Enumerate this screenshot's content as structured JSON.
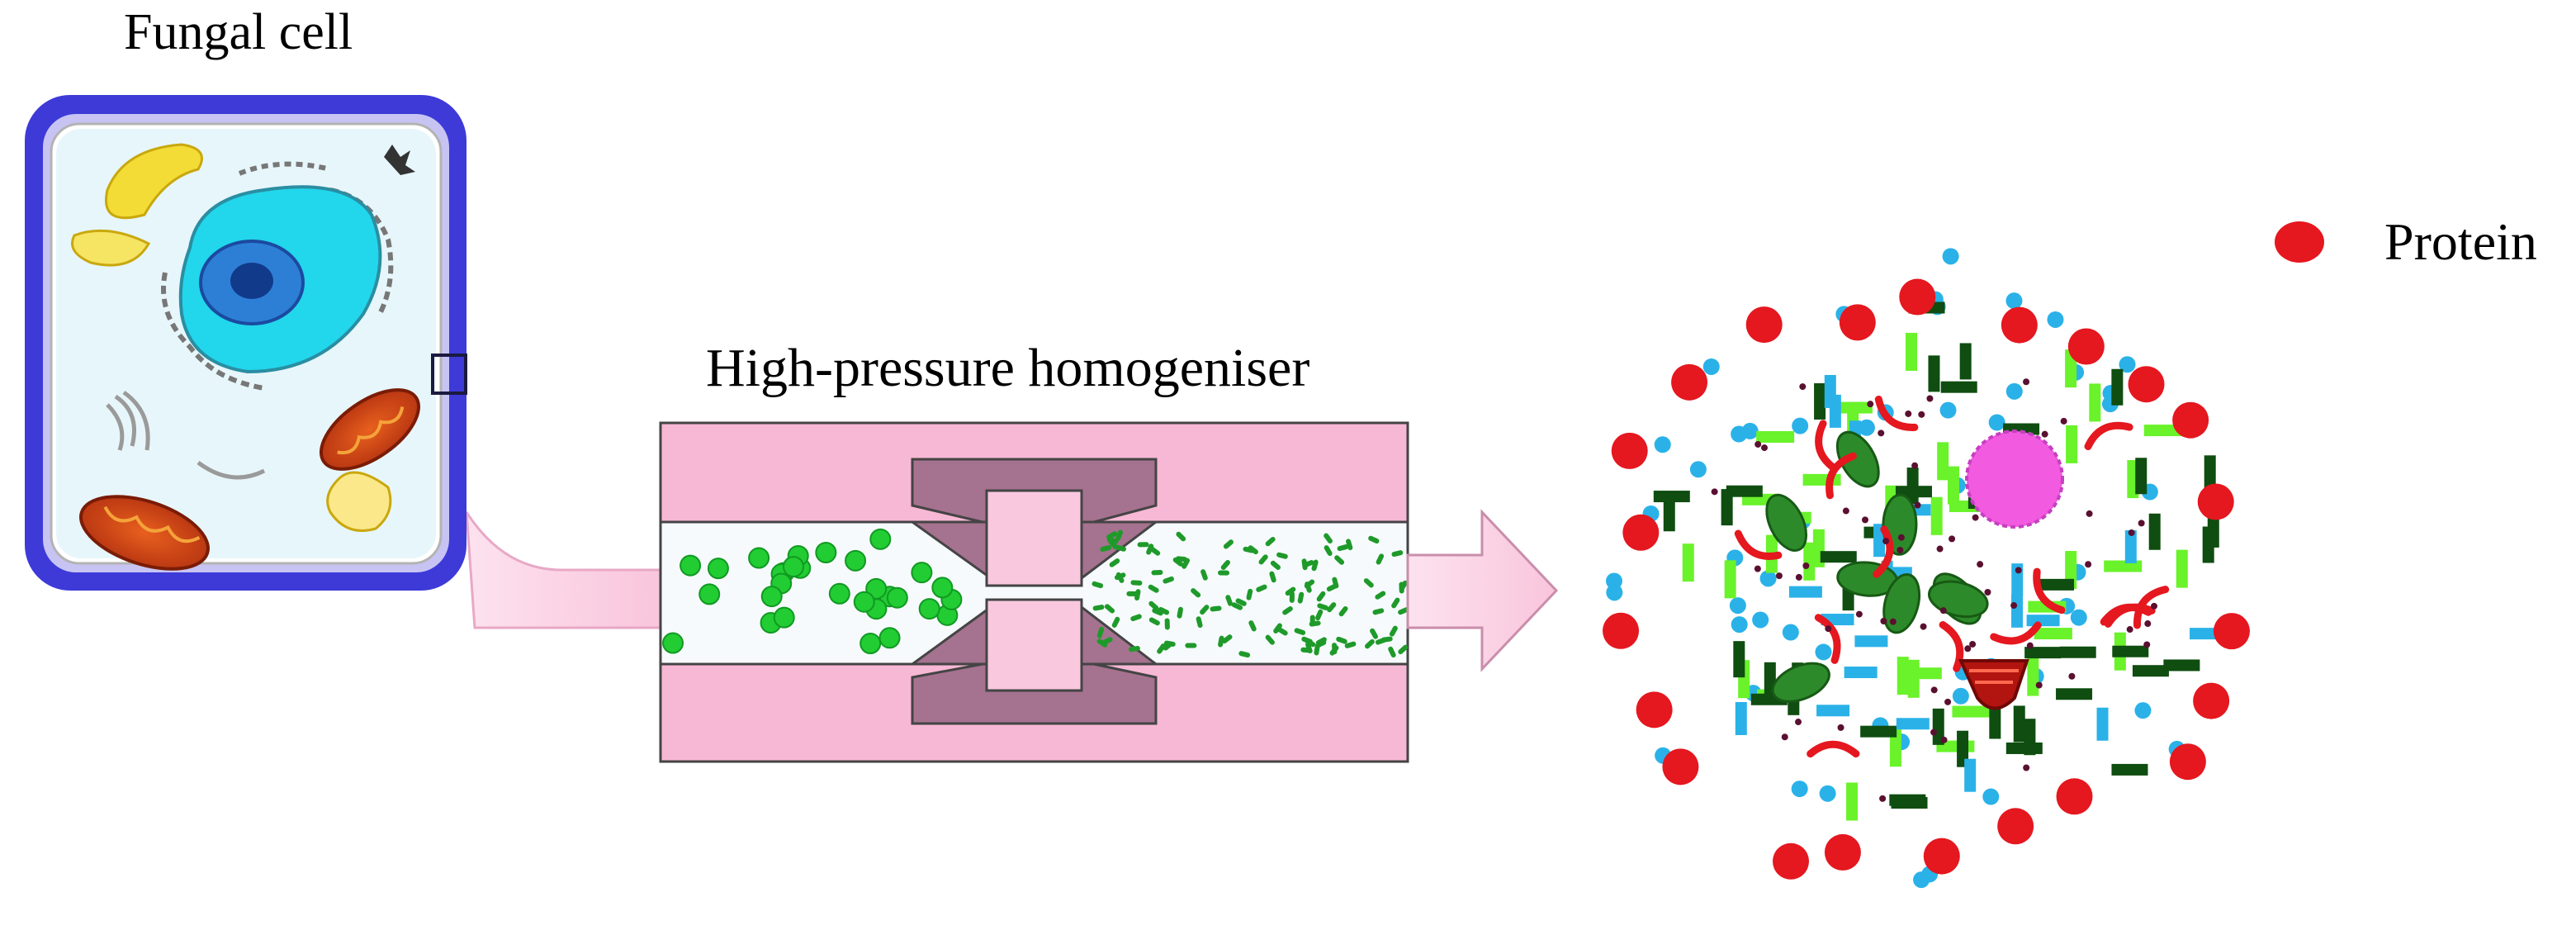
{
  "labels": {
    "fungal_cell": "Fungal cell",
    "homogeniser": "High-pressure homogeniser",
    "legend_protein": "Protein"
  },
  "colors": {
    "cell_wall": "#3b3bd6",
    "cytoplasm": "#ddefff",
    "nucleus": "#22d8ee",
    "mitochondria": "#d24418",
    "vacuole_yellow": "#f5e040",
    "tube_pink": "#f7b4d3",
    "valve_mauve": "#a3708f",
    "cell_green": "#22cc33",
    "protein_red": "#e5171f",
    "debris_blue": "#2ab2e8",
    "debris_lime": "#6af22a",
    "debris_darkgreen": "#0f4d10",
    "vesicle_magenta": "#f25ae0"
  },
  "icons": [
    "fungal-cell-icon",
    "homogeniser-icon",
    "arrow-icon",
    "lysate-icon",
    "protein-dot-icon"
  ]
}
